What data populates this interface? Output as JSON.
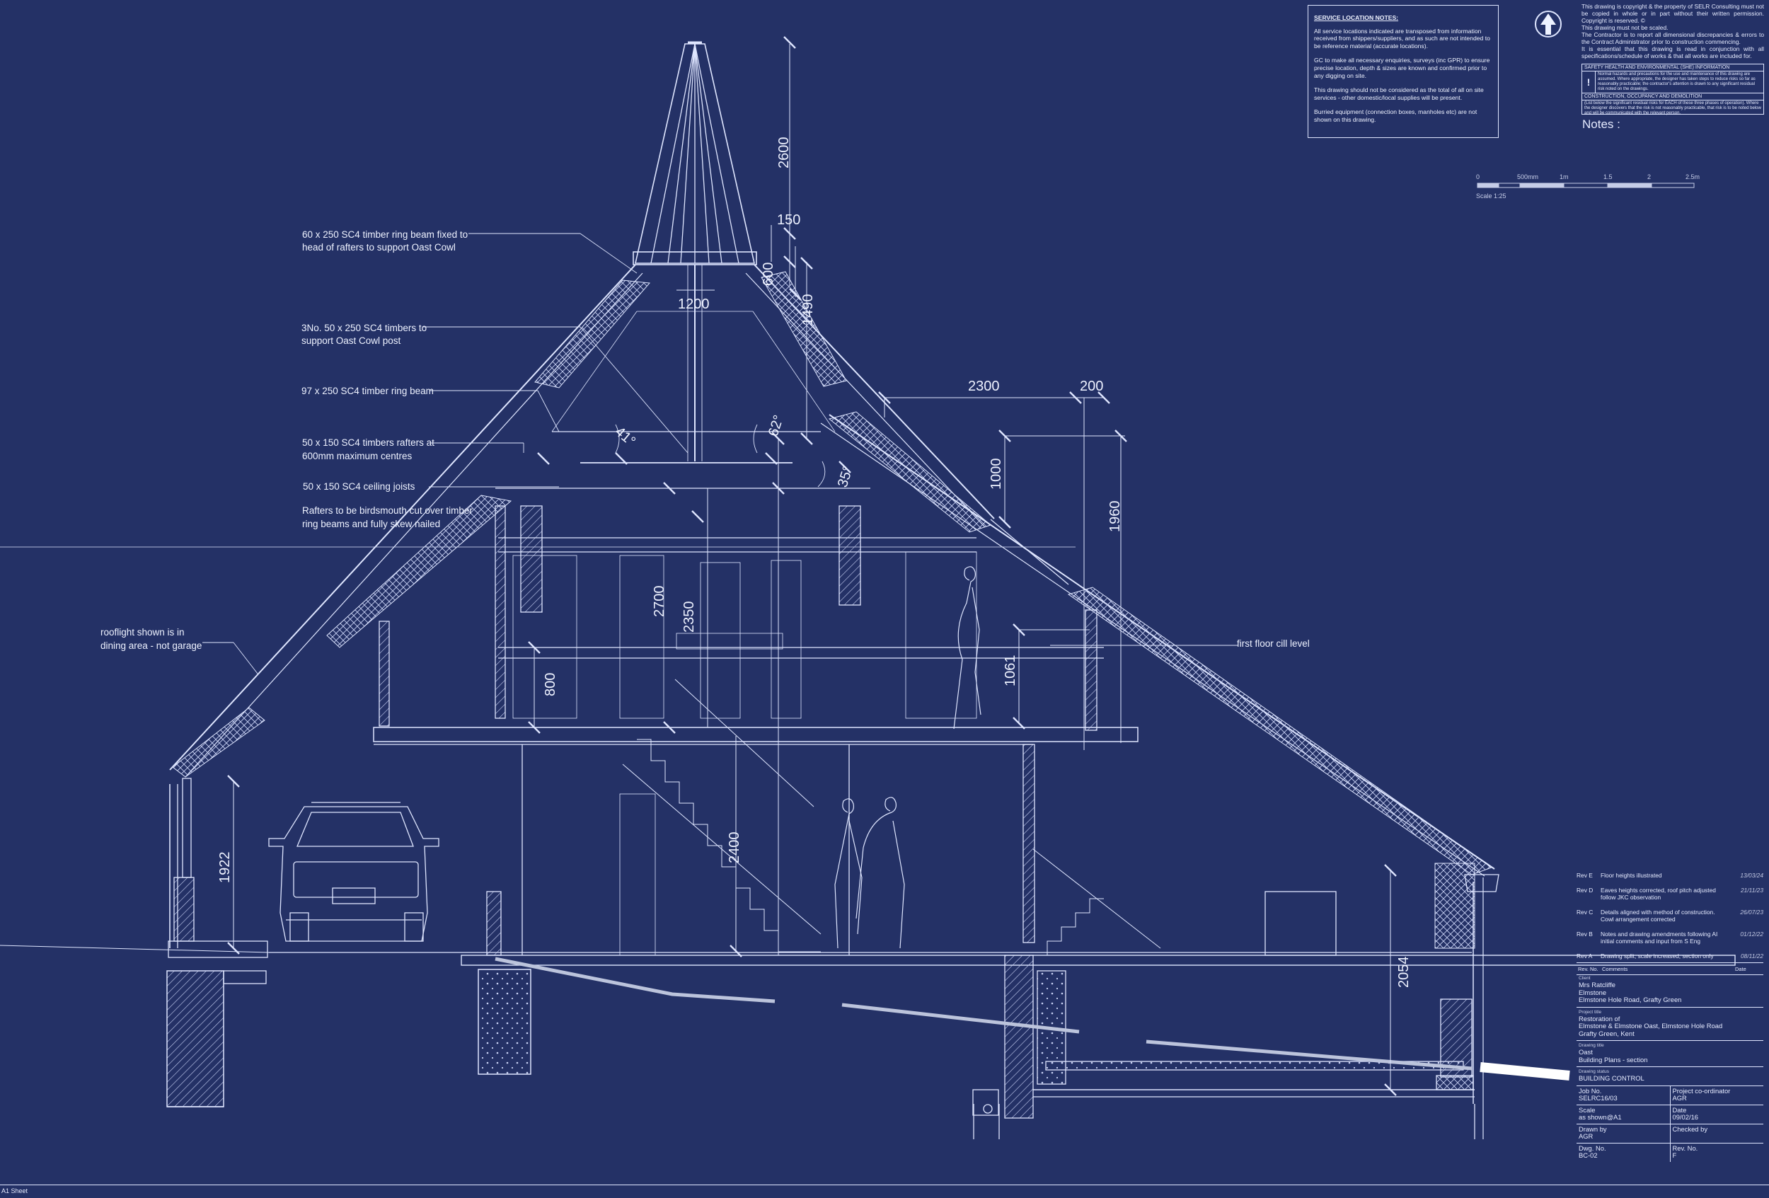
{
  "service_notes": {
    "title": "SERVICE LOCATION NOTES:",
    "p1": "All service locations indicated are transposed from information received from shippers/suppliers, and as such are not intended to be reference material (accurate locations).",
    "p2": "GC to make all necessary enquiries, surveys (inc GPR) to ensure precise location, depth & sizes are known and confirmed prior to any digging on site.",
    "p3": "This drawing should not be considered as the total of all on site services - other domestic/local supplies will be present.",
    "p4": "Burried equipment (connection boxes, manholes etc) are not shown on this drawing."
  },
  "copyright": {
    "l1": "This drawing is copyright & the property of SELR Consulting must not be copied in whole or in part without their written permission. Copyright is reserved. ©",
    "l2": "This drawing must not be scaled.",
    "l3": "The Contractor is to report all dimensional discrepancies & errors to the Contract Administrator prior to construction commencing.",
    "l4": "It is essential that this drawing is read in conjunction with all specifications/schedule of works & that all works are included for."
  },
  "she": {
    "title": "SAFETY HEALTH AND ENVIRONMENTAL (SHE) INFORMATION",
    "body": "Normal hazards and precautions for the use and maintenance of this drawing are assumed. Where appropriate, the designer has taken steps to reduce risks so far as reasonably practicable; the contractor's attention is drawn to any significant residual risk noted on the drawings.",
    "sub": "CONSTRUCTION, OCCUPANCY AND DEMOLITION",
    "sub_body": "(List below the significant residual risks for EACH of these three phases of operation). Where the designer discovers that the risk is not reasonably practicable, that risk is to be noted below and will be communicated with the relevant person."
  },
  "notes_heading": "Notes :",
  "scale": {
    "ticks": [
      "0",
      "500mm",
      "1m",
      "1.5",
      "2",
      "2.5m"
    ],
    "label": "Scale 1:25"
  },
  "annotations": {
    "ring_beam_60": [
      "60 x 250 SC4 timber ring beam fixed to",
      "head of rafters to support Oast Cowl"
    ],
    "timbers_3no": [
      "3No. 50 x 250 SC4 timbers to",
      "support Oast Cowl post"
    ],
    "ring_beam_97": [
      "97 x 250 SC4 timber ring beam"
    ],
    "rafters": [
      "50 x 150 SC4 timbers rafters at",
      "600mm maximum centres"
    ],
    "joists": [
      "50 x 150 SC4 ceiling joists"
    ],
    "birdsmouth": [
      "Rafters to be birdsmouth cut over timber",
      "ring beams and fully skew nailed"
    ],
    "rooflight": [
      "rooflight shown is in",
      "dining area - not garage"
    ],
    "cill": [
      "first floor cill level"
    ]
  },
  "dimensions": {
    "d2600": "2600",
    "d150": "150",
    "d600": "600",
    "d1200": "1200",
    "d1490": "1490",
    "d2300": "2300",
    "d200": "200",
    "d1000": "1000",
    "d1960": "1960",
    "d2700": "2700",
    "d2350": "2350",
    "d800": "800",
    "d1061": "1061",
    "d2400": "2400",
    "d1922": "1922",
    "d2054": "2054",
    "a41": "41°",
    "a62": "62°",
    "a35": "35°"
  },
  "revisions": [
    {
      "rev": "Rev E",
      "text": "Floor heights illustrated",
      "date": "13/03/24"
    },
    {
      "rev": "Rev D",
      "text": "Eaves heights corrected, roof pitch adjusted follow JKC observation",
      "date": "21/11/23"
    },
    {
      "rev": "Rev C",
      "text": "Details aligned with method of construction. Cowl arrangement corrected",
      "date": "26/07/23"
    },
    {
      "rev": "Rev B",
      "text": "Notes and drawing amendments following AI initial comments and input from S Eng",
      "date": "01/12/22"
    },
    {
      "rev": "Rev A",
      "text": "Drawing split, scale increased, section only",
      "date": "08/11/22"
    }
  ],
  "rev_header": {
    "c1": "Rev. No.",
    "c2": "Comments",
    "c3": "Date"
  },
  "title_block": {
    "client_label": "Client",
    "client": [
      "Mrs Ratcliffe",
      "Elmstone",
      "Elmstone Hole Road, Grafty Green"
    ],
    "project_label": "Project title",
    "project": [
      "Restoration of",
      "Elmstone & Elmstone Oast, Elmstone Hole Road",
      "Grafty Green, Kent"
    ],
    "drawing_label": "Drawing title",
    "drawing": [
      "Oast",
      "Building Plans - section"
    ],
    "status_label": "Drawing status",
    "status": "BUILDING CONTROL",
    "job_label": "Job No.",
    "job": "SELRC16/03",
    "coord_label": "Project co-ordinator",
    "coord": "AGR",
    "scale_label": "Scale",
    "scale": "as shown@A1",
    "date_label": "Date",
    "date": "09/02/16",
    "drawn_label": "Drawn by",
    "drawn": "AGR",
    "checked_label": "Checked by",
    "checked": "",
    "dwg_label": "Dwg. No.",
    "dwg": "BC-02",
    "revno_label": "Rev. No.",
    "revno": "F"
  },
  "sheet_label": "A1  Sheet",
  "colors": {
    "background": "#243166",
    "linework": "#dfe6ff"
  }
}
